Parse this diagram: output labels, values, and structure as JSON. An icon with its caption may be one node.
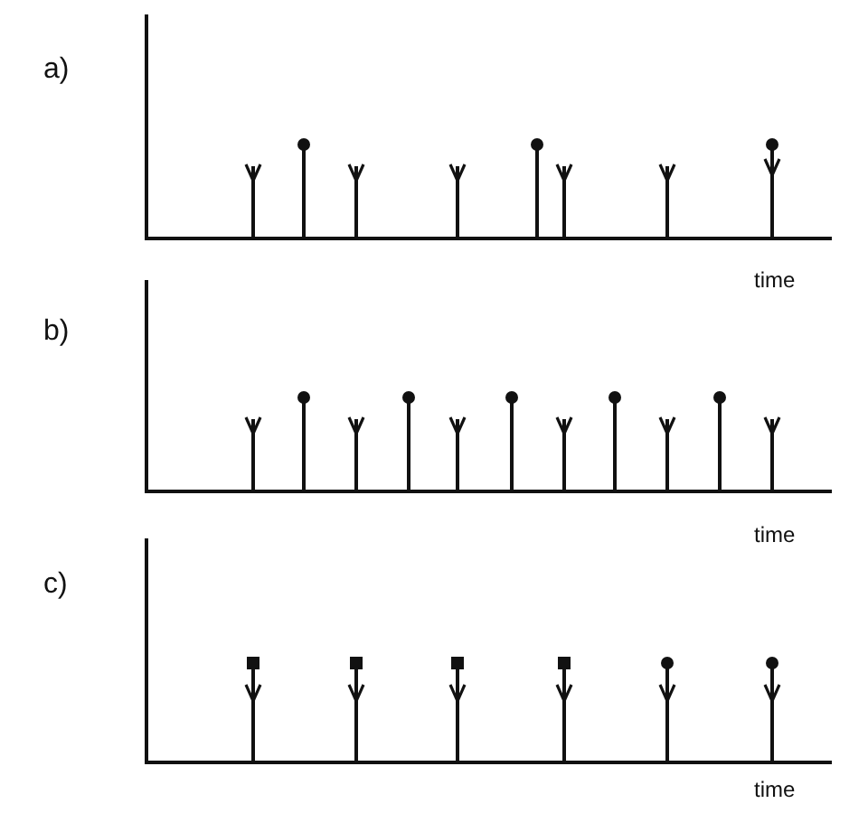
{
  "diagram": {
    "labels": [
      "a)",
      "time",
      "b)",
      "time",
      "c)",
      "time"
    ]
  }
}
